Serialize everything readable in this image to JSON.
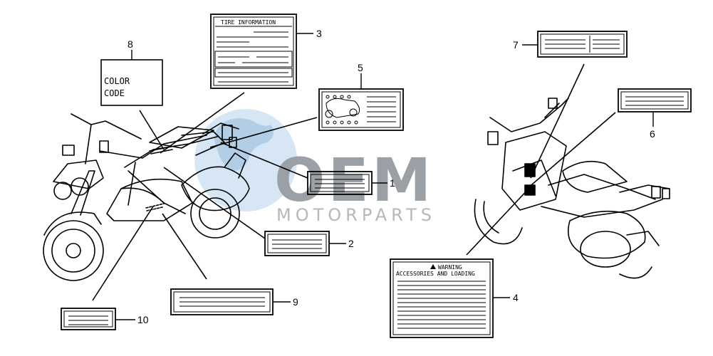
{
  "watermark": {
    "brand": "OEM",
    "subtitle": "MOTORPARTS"
  },
  "labels": {
    "color_code_line1": "COLOR",
    "color_code_line2": "CODE",
    "tire_information": "TIRE INFORMATION",
    "warning_title": "WARNING",
    "warning_subtitle": "ACCESSORIES AND LOADING"
  },
  "callouts": [
    "1",
    "2",
    "3",
    "4",
    "5",
    "6",
    "7",
    "8",
    "9",
    "10"
  ],
  "colors": {
    "line": "#000000",
    "watermark_blue": "#b8d4ea",
    "watermark_gray": "#9aa0a5"
  }
}
